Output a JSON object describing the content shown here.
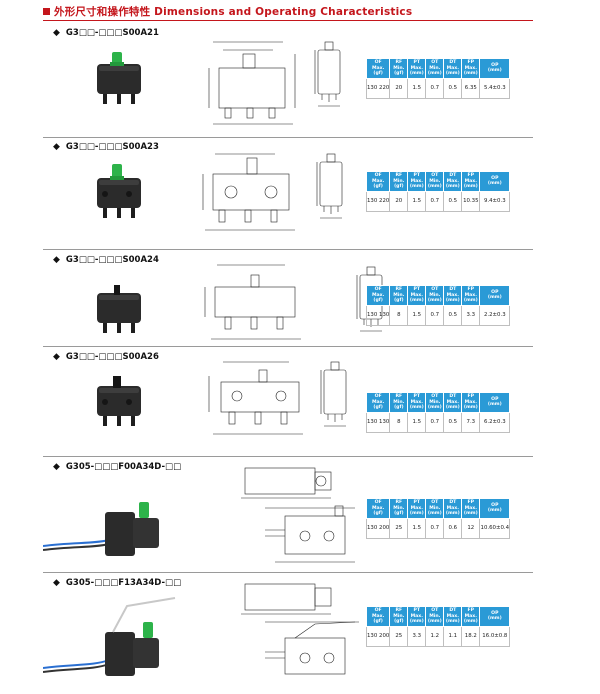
{
  "header": {
    "title": "外形尺寸和操作特性 Dimensions and Operating Characteristics"
  },
  "table_headers": [
    {
      "l1": "OF",
      "l2": "Max.",
      "l3": "(gf)"
    },
    {
      "l1": "RF",
      "l2": "Min.",
      "l3": "(gf)"
    },
    {
      "l1": "PT",
      "l2": "Max.",
      "l3": "(mm)"
    },
    {
      "l1": "OT",
      "l2": "Min.",
      "l3": "(mm)"
    },
    {
      "l1": "DT",
      "l2": "Max.",
      "l3": "(mm)"
    },
    {
      "l1": "FP",
      "l2": "Max.",
      "l3": "(mm)"
    },
    {
      "l1": "OP",
      "l2": "(mm)",
      "l3": ""
    }
  ],
  "sections": [
    {
      "model": "G3□□-□□□S00A21",
      "values": [
        "130",
        "220",
        "20",
        "1.5",
        "0.7",
        "0.5",
        "6.35",
        "5.4±0.3"
      ]
    },
    {
      "model": "G3□□-□□□S00A23",
      "values": [
        "130",
        "220",
        "20",
        "1.5",
        "0.7",
        "0.5",
        "10.35",
        "9.4±0.3"
      ]
    },
    {
      "model": "G3□□-□□□S00A24",
      "values": [
        "130",
        "130",
        "8",
        "1.5",
        "0.7",
        "0.5",
        "3.3",
        "2.2±0.3"
      ]
    },
    {
      "model": "G3□□-□□□S00A26",
      "values": [
        "130",
        "130",
        "8",
        "1.5",
        "0.7",
        "0.5",
        "7.3",
        "6.2±0.3"
      ]
    },
    {
      "model": "G305-□□□F00A34D-□□",
      "values": [
        "130",
        "200",
        "25",
        "1.5",
        "0.7",
        "0.6",
        "12",
        "10.60±0.4"
      ]
    },
    {
      "model": "G305-□□□F13A34D-□□",
      "values": [
        "130",
        "200",
        "25",
        "3.3",
        "1.2",
        "1.1",
        "18.2",
        "16.0±0.8"
      ]
    }
  ]
}
